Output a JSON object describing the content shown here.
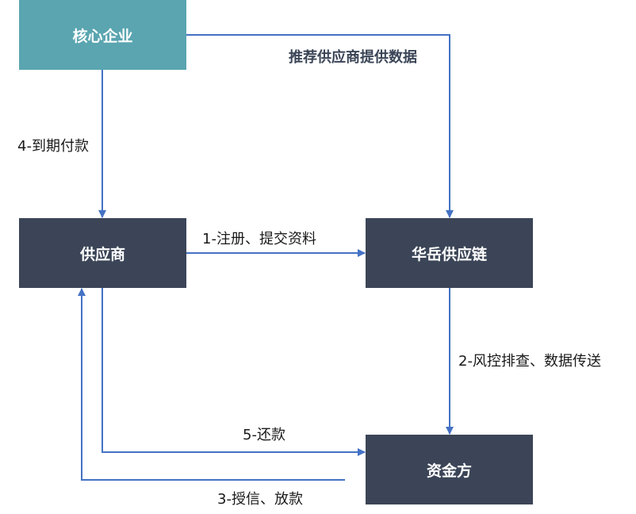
{
  "nodes": {
    "core": "核心企业",
    "supplier": "供应商",
    "huayue": "华岳供应链",
    "funder": "资金方"
  },
  "edges": {
    "recommend": "推荐供应商提供数据",
    "due_payment": "4-到期付款",
    "register": "1-注册、提交资料",
    "risk": "2-风控排查、数据传送",
    "repay": "5-还款",
    "credit": "3-授信、放款"
  },
  "colors": {
    "core_box": "#5aa5b0",
    "node_box": "#3b4557",
    "arrow": "#4472c4"
  }
}
